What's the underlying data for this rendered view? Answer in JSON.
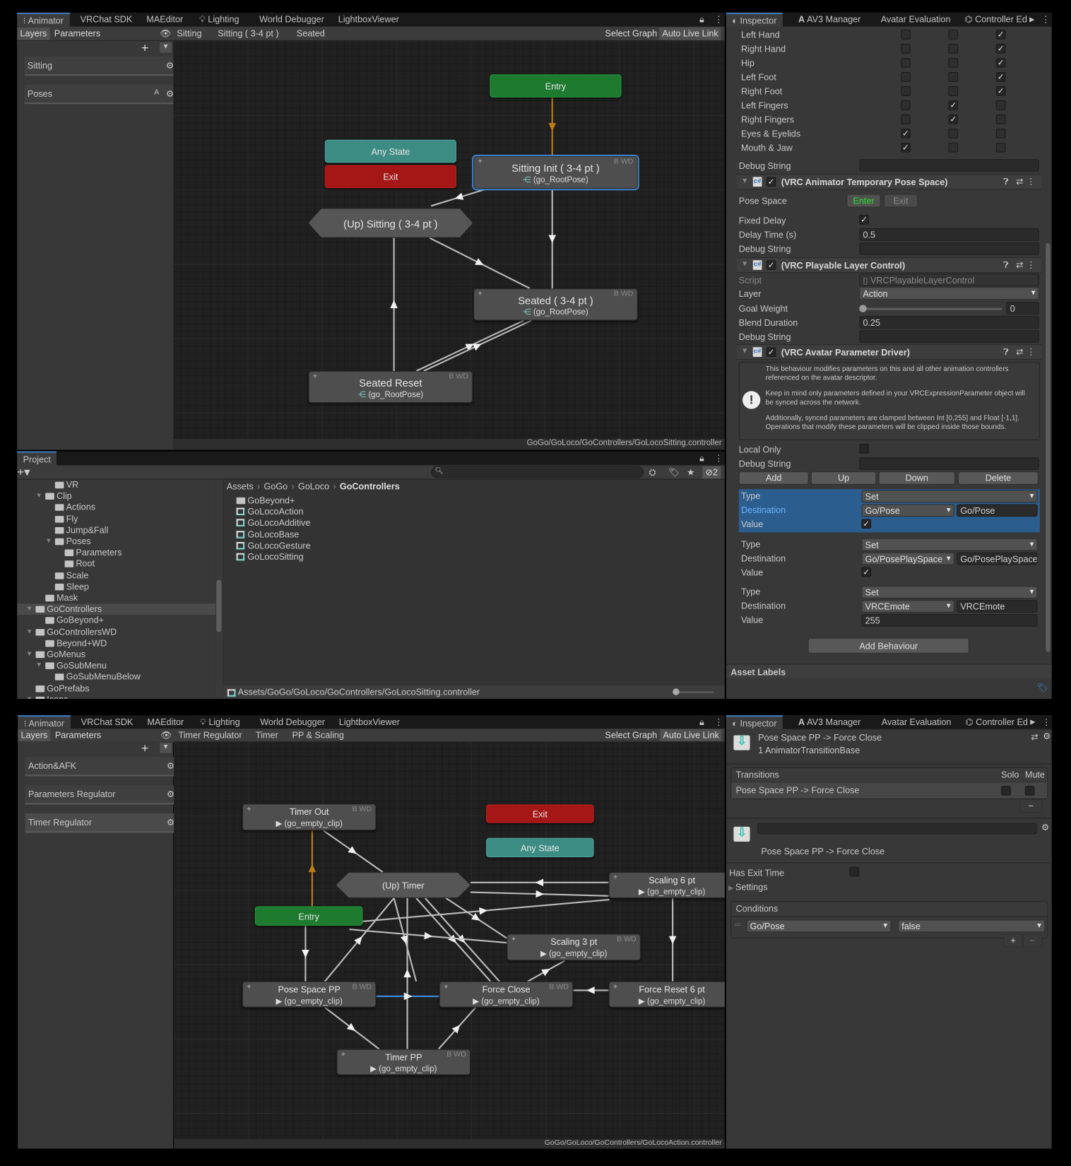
{
  "colors": {
    "accent": "#3a79bb",
    "entry": "#1d7a2f",
    "exit": "#a51616",
    "any_state": "#3d8c84",
    "selected_row": "#2c5d8f",
    "transition": "#bdbdbd",
    "default_transition": "#c07b1a"
  },
  "top": {
    "window_tabs": [
      "Animator",
      "VRChat SDK",
      "MAEditor",
      "Lighting",
      "World Debugger",
      "LightboxViewer"
    ],
    "animator": {
      "layer_tabs": [
        "Layers",
        "Parameters"
      ],
      "layers": [
        {
          "name": "Sitting",
          "badge": ""
        },
        {
          "name": "Poses",
          "badge": "A"
        }
      ],
      "breadcrumbs": [
        "Sitting",
        "Sitting ( 3-4 pt )",
        "Seated"
      ],
      "select_graph": "Select Graph",
      "auto_live_link": "Auto Live Link",
      "nodes": [
        {
          "label": "Entry",
          "kind": "entry"
        },
        {
          "label": "Any State",
          "kind": "any"
        },
        {
          "label": "Exit",
          "kind": "exit"
        },
        {
          "label": "Sitting Init ( 3-4 pt )",
          "sub": "(go_RootPose)",
          "kind": "state",
          "flags": "B WD",
          "selected": true,
          "icon": "blend-tree-icon"
        },
        {
          "label": "(Up) Sitting  ( 3-4 pt )",
          "kind": "machine"
        },
        {
          "label": "Seated ( 3-4 pt )",
          "sub": "(go_RootPose)",
          "kind": "state",
          "flags": "B WD",
          "icon": "blend-tree-icon"
        },
        {
          "label": "Seated Reset",
          "sub": "(go_RootPose)",
          "kind": "state",
          "flags": "B WD",
          "icon": "blend-tree-icon"
        }
      ],
      "path": "GoGo/GoLoco/GoControllers/GoLocoSitting.controller"
    },
    "project": {
      "tab": "Project",
      "search": {
        "value": "",
        "placeholder": ""
      },
      "hidden_count": "2",
      "tree": [
        {
          "label": "VR",
          "level": 4
        },
        {
          "label": "Clip",
          "level": 3,
          "expanded": true
        },
        {
          "label": "Actions",
          "level": 4
        },
        {
          "label": "Fly",
          "level": 4
        },
        {
          "label": "Jump&Fall",
          "level": 4
        },
        {
          "label": "Poses",
          "level": 4,
          "expanded": true
        },
        {
          "label": "Parameters",
          "level": 5
        },
        {
          "label": "Root",
          "level": 5
        },
        {
          "label": "Scale",
          "level": 4
        },
        {
          "label": "Sleep",
          "level": 4
        },
        {
          "label": "Mask",
          "level": 3
        },
        {
          "label": "GoControllers",
          "level": 2,
          "expanded": true,
          "selected": true
        },
        {
          "label": "GoBeyond+",
          "level": 3
        },
        {
          "label": "GoControllersWD",
          "level": 2,
          "expanded": true
        },
        {
          "label": "Beyond+WD",
          "level": 3
        },
        {
          "label": "GoMenus",
          "level": 2,
          "expanded": true
        },
        {
          "label": "GoSubMenu",
          "level": 3,
          "expanded": true
        },
        {
          "label": "GoSubMenuBelow",
          "level": 4
        },
        {
          "label": "GoPrefabs",
          "level": 2
        },
        {
          "label": "Icons",
          "level": 2,
          "expanded": true
        }
      ],
      "breadcrumb": [
        "Assets",
        "GoGo",
        "GoLoco",
        "GoControllers"
      ],
      "files": [
        {
          "label": "GoBeyond+",
          "type": "folder"
        },
        {
          "label": "GoLocoAction",
          "type": "controller"
        },
        {
          "label": "GoLocoAdditive",
          "type": "controller"
        },
        {
          "label": "GoLocoBase",
          "type": "controller"
        },
        {
          "label": "GoLocoGesture",
          "type": "controller"
        },
        {
          "label": "GoLocoSitting",
          "type": "controller"
        }
      ],
      "selected_path": "Assets/GoGo/GoLoco/GoControllers/GoLocoSitting.controller"
    },
    "inspector": {
      "tabs": [
        "Inspector",
        "AV3 Manager",
        "Avatar Evaluation",
        "Controller Ed"
      ],
      "body_parts": [
        {
          "label": "Left Hand",
          "checks": [
            false,
            false,
            true
          ]
        },
        {
          "label": "Right Hand",
          "checks": [
            false,
            false,
            true
          ]
        },
        {
          "label": "Hip",
          "checks": [
            false,
            false,
            true
          ]
        },
        {
          "label": "Left Foot",
          "checks": [
            false,
            false,
            true
          ]
        },
        {
          "label": "Right Foot",
          "checks": [
            false,
            false,
            true
          ]
        },
        {
          "label": "Left Fingers",
          "checks": [
            false,
            true,
            false
          ]
        },
        {
          "label": "Right Fingers",
          "checks": [
            false,
            true,
            false
          ]
        },
        {
          "label": "Eyes & Eyelids",
          "checks": [
            true,
            false,
            false
          ]
        },
        {
          "label": "Mouth & Jaw",
          "checks": [
            true,
            false,
            false
          ]
        }
      ],
      "debug_string_label": "Debug String",
      "pose_space": {
        "title": "(VRC Animator Temporary Pose Space)",
        "pose_space_label": "Pose Space",
        "enter": "Enter",
        "exit": "Exit",
        "fixed_delay_label": "Fixed Delay",
        "fixed_delay": true,
        "delay_time_label": "Delay Time (s)",
        "delay_time": "0.5"
      },
      "playable": {
        "title": "(VRC Playable Layer Control)",
        "script_label": "Script",
        "script": "VRCPlayableLayerControl",
        "layer_label": "Layer",
        "layer": "Action",
        "goal_weight_label": "Goal Weight",
        "goal_weight": "0",
        "blend_duration_label": "Blend Duration",
        "blend_duration": "0.25"
      },
      "driver": {
        "title": "(VRC Avatar Parameter Driver)",
        "help": [
          "This behaviour modifies parameters on this and all other animation controllers referenced on the avatar descriptor.",
          "Keep in mind only parameters defined in your VRCExpressionParameter object will be synced across the network.",
          "Additionally, synced parameters are clamped between Int [0,255] and Float [-1,1]. Operations that modify these parameters will be clipped inside those bounds."
        ],
        "local_only_label": "Local Only",
        "local_only": false,
        "buttons": [
          "Add",
          "Up",
          "Down",
          "Delete"
        ],
        "type_label": "Type",
        "destination_label": "Destination",
        "value_label": "Value",
        "entries": [
          {
            "type": "Set",
            "destination": "Go/Pose",
            "destination_field": "Go/Pose",
            "value_check": true,
            "selected": true
          },
          {
            "type": "Set",
            "destination": "Go/PosePlaySpace",
            "destination_field": "Go/PosePlaySpace",
            "value_check": true
          },
          {
            "type": "Set",
            "destination": "VRCEmote",
            "destination_field": "VRCEmote",
            "value_text": "255"
          }
        ]
      },
      "add_behaviour": "Add Behaviour",
      "asset_labels": "Asset Labels"
    }
  },
  "bottom": {
    "window_tabs": [
      "Animator",
      "VRChat SDK",
      "MAEditor",
      "Lighting",
      "World Debugger",
      "LightboxViewer"
    ],
    "animator": {
      "layer_tabs": [
        "Layers",
        "Parameters"
      ],
      "layers": [
        {
          "name": "Action&AFK"
        },
        {
          "name": "Parameters Regulator"
        },
        {
          "name": "Timer Regulator"
        }
      ],
      "breadcrumbs": [
        "Timer Regulator",
        "Timer",
        "PP & Scaling"
      ],
      "select_graph": "Select Graph",
      "auto_live_link": "Auto Live Link",
      "nodes": [
        {
          "label": "Timer Out",
          "sub": "(go_empty_clip)",
          "kind": "state",
          "flags": "B WD",
          "icon": "play-icon"
        },
        {
          "label": "Exit",
          "kind": "exit"
        },
        {
          "label": "Any State",
          "kind": "any"
        },
        {
          "label": "(Up) Timer",
          "kind": "machine"
        },
        {
          "label": "Scaling 6 pt",
          "sub": "(go_empty_clip)",
          "kind": "state",
          "icon": "play-icon"
        },
        {
          "label": "Entry",
          "kind": "entry"
        },
        {
          "label": "Scaling 3 pt",
          "sub": "(go_empty_clip)",
          "kind": "state",
          "flags": "B WD",
          "icon": "play-icon"
        },
        {
          "label": "Pose Space PP",
          "sub": "(go_empty_clip)",
          "kind": "state",
          "flags": "B WD",
          "icon": "play-icon"
        },
        {
          "label": "Force Close",
          "sub": "(go_empty_clip)",
          "kind": "state",
          "flags": "B WD",
          "icon": "play-icon"
        },
        {
          "label": "Force Reset 6 pt",
          "sub": "(go_empty_clip)",
          "kind": "state",
          "icon": "play-icon"
        },
        {
          "label": "Timer PP",
          "sub": "(go_empty_clip)",
          "kind": "state",
          "flags": "B WD",
          "icon": "play-icon"
        }
      ],
      "path": "GoGo/GoLoco/GoControllers/GoLocoAction.controller"
    },
    "inspector": {
      "tabs": [
        "Inspector",
        "AV3 Manager",
        "Avatar Evaluation",
        "Controller Ed"
      ],
      "title": "Pose Space PP -> Force Close",
      "subtitle": "1 AnimatorTransitionBase",
      "transitions_label": "Transitions",
      "solo_label": "Solo",
      "mute_label": "Mute",
      "transition_item": "Pose Space PP -> Force Close",
      "transition_name": "",
      "transition_caption": "Pose Space PP -> Force Close",
      "has_exit_time_label": "Has Exit Time",
      "has_exit_time": false,
      "settings_label": "Settings",
      "conditions_label": "Conditions",
      "condition": {
        "parameter": "Go/Pose",
        "value": "false"
      }
    }
  }
}
